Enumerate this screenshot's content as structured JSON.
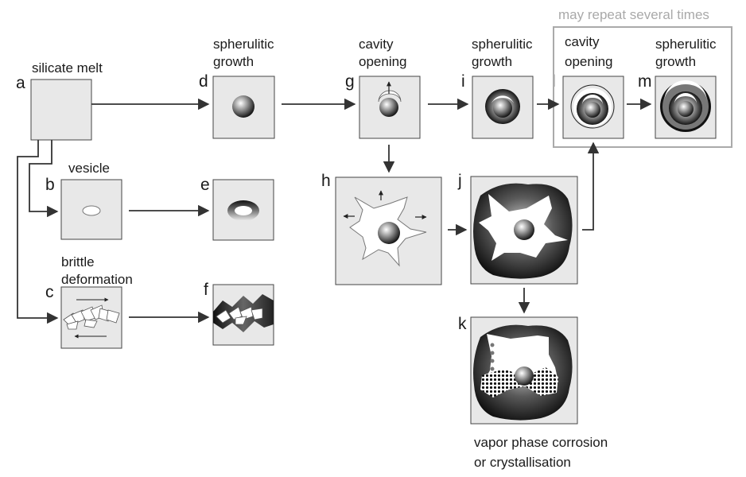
{
  "repeat_note": "may repeat several times",
  "panels": {
    "a": {
      "letter": "a",
      "label": "silicate melt"
    },
    "b": {
      "letter": "b",
      "label": "vesicle"
    },
    "c": {
      "letter": "c",
      "label_line1": "brittle",
      "label_line2": "deformation"
    },
    "d": {
      "letter": "d",
      "label_line1": "spherulitic",
      "label_line2": "growth"
    },
    "e": {
      "letter": "e"
    },
    "f": {
      "letter": "f"
    },
    "g": {
      "letter": "g",
      "label_line1": "cavity",
      "label_line2": "opening"
    },
    "h": {
      "letter": "h"
    },
    "i": {
      "letter": "i",
      "label_line1": "spherulitic",
      "label_line2": "growth"
    },
    "j": {
      "letter": "j"
    },
    "k": {
      "letter": "k",
      "label_line1": "vapor phase corrosion",
      "label_line2": "or crystallisation"
    },
    "l": {
      "letter": "l",
      "label_line1": "cavity",
      "label_line2": "opening"
    },
    "m": {
      "letter": "m",
      "label_line1": "spherulitic",
      "label_line2": "growth"
    }
  },
  "colors": {
    "panel_fill": "#e8e8e8",
    "panel_stroke": "#444444",
    "repeat_box": "#aaaaaa",
    "repeat_text": "#a9a9a9",
    "arrow": "#333333"
  }
}
